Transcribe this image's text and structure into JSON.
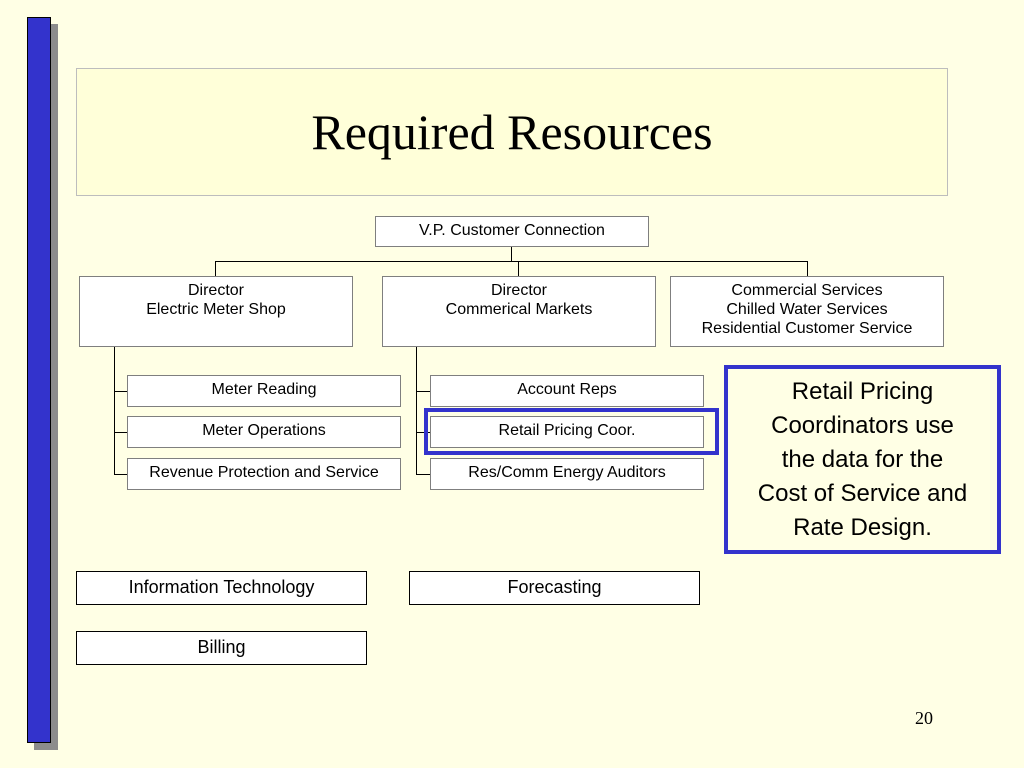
{
  "slide": {
    "title": "Required Resources",
    "page_number": "20"
  },
  "org_chart": {
    "root": "V.P. Customer Connection",
    "directors": [
      {
        "line1": "Director",
        "line2": "Electric Meter Shop",
        "line3": ""
      },
      {
        "line1": "Director",
        "line2": "Commerical Markets",
        "line3": ""
      },
      {
        "line1": "Commercial Services",
        "line2": "Chilled Water Services",
        "line3": "Residential Customer Service"
      }
    ],
    "meter_shop_units": [
      "Meter Reading",
      "Meter Operations",
      "Revenue Protection and Service"
    ],
    "markets_units": [
      "Account Reps",
      "Retail Pricing Coor.",
      "Res/Comm Energy Auditors"
    ]
  },
  "callout": {
    "lines": [
      "Retail Pricing",
      "Coordinators use",
      "the data for the",
      "Cost of Service and",
      "Rate Design."
    ]
  },
  "support_units": {
    "it": "Information Technology",
    "forecasting": "Forecasting",
    "billing": "Billing"
  },
  "colors": {
    "background": "#FFFFE5",
    "accent_blue": "#3333CC"
  }
}
